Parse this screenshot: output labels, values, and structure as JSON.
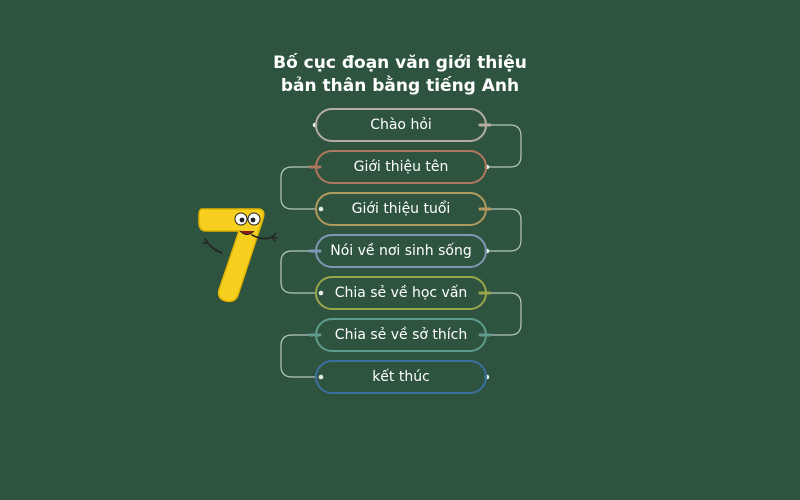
{
  "title": {
    "line1": "Bố cục đoạn văn giới thiệu",
    "line2": "bản thân bằng tiếng Anh"
  },
  "steps": [
    {
      "label": "Chào hỏi",
      "color": "#b5ad9e"
    },
    {
      "label": "Giới thiệu tên",
      "color": "#b0775f"
    },
    {
      "label": "Giới thiệu tuổi",
      "color": "#b09a5e"
    },
    {
      "label": "Nói về nơi sinh sống",
      "color": "#7d97b5"
    },
    {
      "label": "Chia sẻ về học vấn",
      "color": "#9aa64a"
    },
    {
      "label": "Chia sẻ về sở thích",
      "color": "#5e9c8e"
    },
    {
      "label": "kết thúc",
      "color": "#3c6ea0"
    }
  ],
  "mascot": {
    "glyph": "7",
    "color": "#f7cf1e"
  },
  "connector_color": "#b9c7bd"
}
